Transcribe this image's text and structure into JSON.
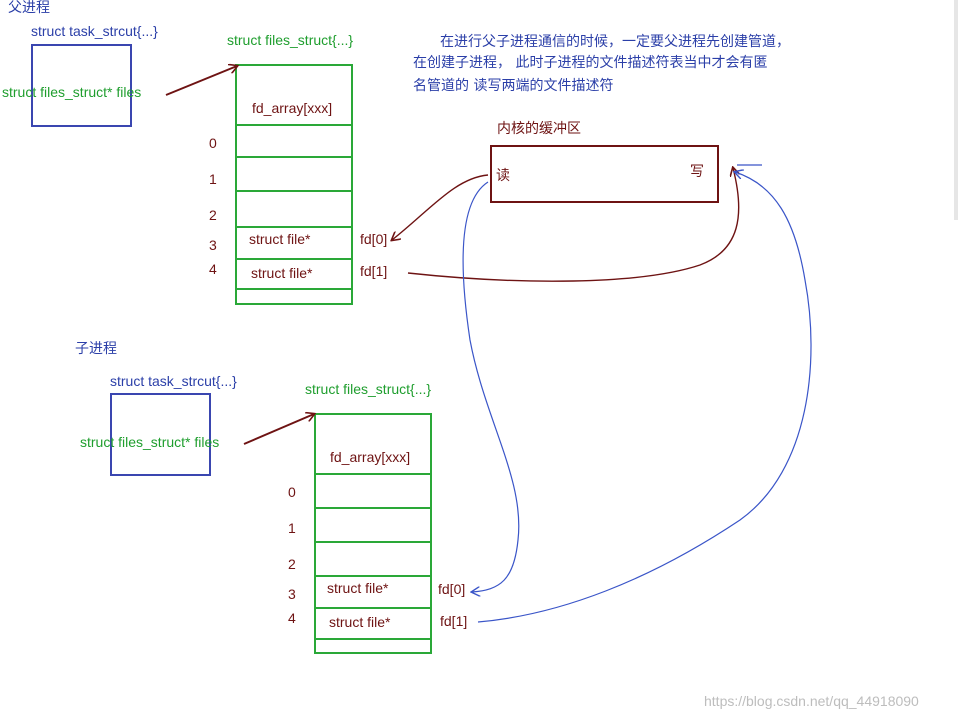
{
  "parent": {
    "title": "父进程",
    "task_label": "struct task_strcut{...}",
    "files_ptr_label": "struct files_struct* files",
    "files_struct_label": "struct files_struct{...}",
    "fd_array_label": "fd_array[xxx]",
    "indices": [
      "0",
      "1",
      "2",
      "3",
      "4"
    ],
    "entries": [
      "struct file*",
      "struct file*"
    ],
    "fd_labels": [
      "fd[0]",
      "fd[1]"
    ]
  },
  "child": {
    "title": "子进程",
    "task_label": "struct task_strcut{...}",
    "files_ptr_label": "struct files_struct* files",
    "files_struct_label": "struct files_struct{...}",
    "fd_array_label": "fd_array[xxx]",
    "indices": [
      "0",
      "1",
      "2",
      "3",
      "4"
    ],
    "entries": [
      "struct file*",
      "struct file*"
    ],
    "fd_labels": [
      "fd[0]",
      "fd[1]"
    ]
  },
  "note": {
    "line1": "在进行父子进程通信的时候，一定要父进程先创建管道，",
    "line2": "在创建子进程，  此时子进程的文件描述符表当中才会有匿",
    "line3": "名管道的 读写两端的文件描述符"
  },
  "kernel": {
    "title": "内核的缓冲区",
    "read": "读",
    "write": "写"
  },
  "watermark": "https://blog.csdn.net/qq_44918090",
  "colors": {
    "blue": "#2b3fa8",
    "green": "#1f9e2e",
    "dark_red": "#6e1313",
    "curve_blue": "#3a55c8"
  }
}
